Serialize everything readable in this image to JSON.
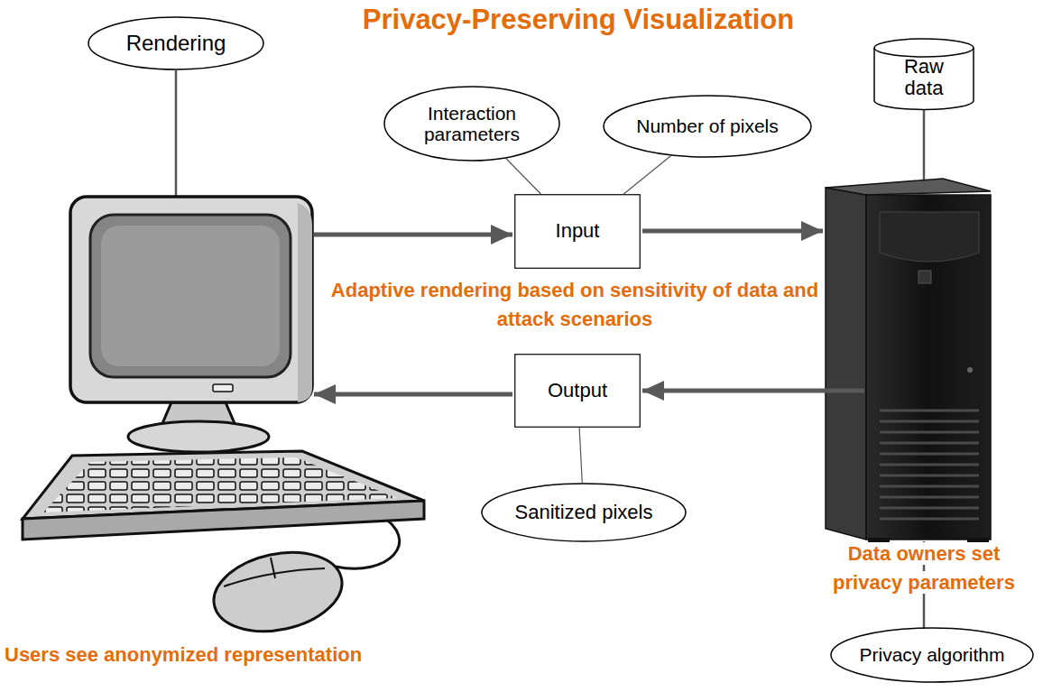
{
  "diagram": {
    "title": "Privacy-Preserving Visualization",
    "nodes": [
      {
        "text": [
          "Rendering"
        ]
      },
      {
        "text": [
          "Raw data"
        ]
      },
      {
        "text": [
          "Interaction parameters"
        ]
      },
      {
        "text": [
          "Number of pixels"
        ]
      },
      {
        "text": [
          "Input"
        ]
      },
      {
        "text": [
          "Output"
        ]
      },
      {
        "text": [
          "Sanitized pixels"
        ]
      },
      {
        "text": [
          "Privacy algorithm"
        ]
      }
    ],
    "edges": [
      {
        "from": 2,
        "to": 4,
        "arrow": "none"
      },
      {
        "from": 3,
        "to": 4,
        "arrow": "none"
      },
      {
        "from": 6,
        "to": 5,
        "arrow": "none"
      }
    ],
    "labels": [
      "Adaptive rendering based on sensitivity of data and attack scenarios",
      "Data owners set privacy parameters",
      "Users see anonymized representation"
    ]
  }
}
